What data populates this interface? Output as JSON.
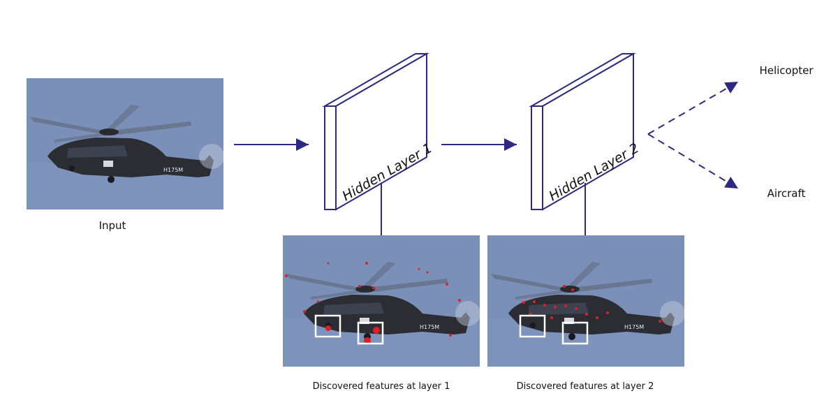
{
  "colors": {
    "accent": "#2d2882",
    "sky": "#7a90b8",
    "feature_dot": "#e02020"
  },
  "input": {
    "label": "Input",
    "airframe_text": "H175M"
  },
  "layers": [
    {
      "label": "Hidden Layer 1",
      "caption": "Discovered features at layer 1"
    },
    {
      "label": "Hidden Layer 2",
      "caption": "Discovered features at layer 2"
    }
  ],
  "outputs": [
    {
      "label": "Helicopter"
    },
    {
      "label": "Aircraft"
    }
  ]
}
